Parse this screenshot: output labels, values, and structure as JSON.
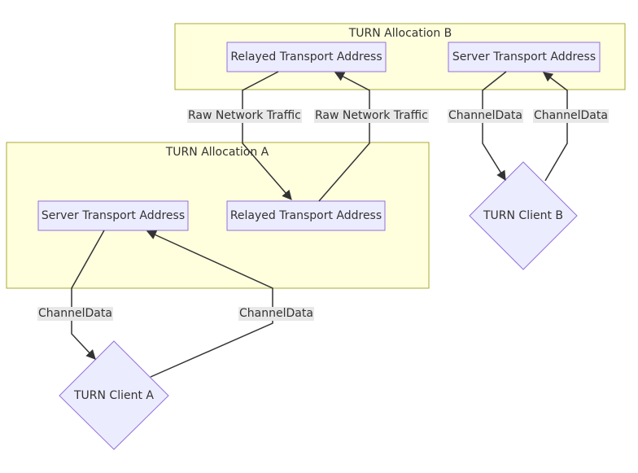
{
  "clusters": {
    "allocation_b": {
      "title": "TURN Allocation B"
    },
    "allocation_a": {
      "title": "TURN Allocation A"
    }
  },
  "nodes": {
    "b_relayed": {
      "label": "Relayed Transport Address"
    },
    "b_server": {
      "label": "Server Transport Address"
    },
    "a_server": {
      "label": "Server Transport Address"
    },
    "a_relayed": {
      "label": "Relayed Transport Address"
    },
    "client_b": {
      "label": "TURN Client B"
    },
    "client_a": {
      "label": "TURN Client A"
    }
  },
  "edges": {
    "raw_1": {
      "label": "Raw Network Traffic"
    },
    "raw_2": {
      "label": "Raw Network Traffic"
    },
    "b_cd_1": {
      "label": "ChannelData"
    },
    "b_cd_2": {
      "label": "ChannelData"
    },
    "a_cd_1": {
      "label": "ChannelData"
    },
    "a_cd_2": {
      "label": "ChannelData"
    }
  },
  "colors": {
    "cluster_fill": "#ffffde",
    "cluster_stroke": "#aaaa33",
    "node_fill": "#ececff",
    "node_stroke": "#9370db",
    "edge_stroke": "#333333",
    "edge_label_bg": "#e8e8e8"
  }
}
